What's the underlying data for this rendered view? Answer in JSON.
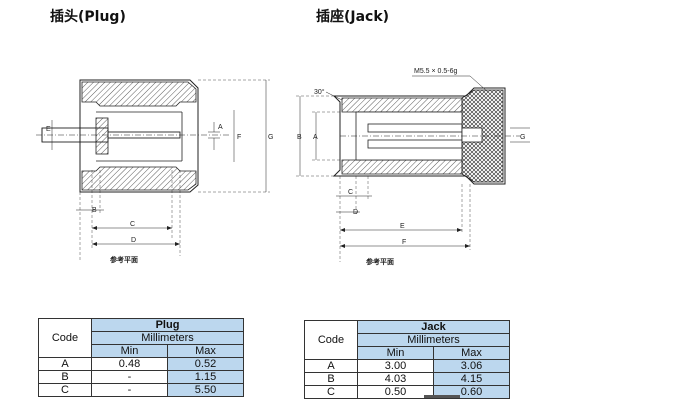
{
  "plug": {
    "title": "插头(Plug)",
    "ref_plane": "参考平面",
    "dims": [
      "E",
      "A",
      "F",
      "G",
      "B",
      "C",
      "D"
    ],
    "table": {
      "name": "Plug",
      "units": "Millimeters",
      "code_header": "Code",
      "min_header": "Min",
      "max_header": "Max",
      "rows": [
        {
          "code": "A",
          "min": "0.48",
          "max": "0.52"
        },
        {
          "code": "B",
          "min": "-",
          "max": "1.15"
        },
        {
          "code": "C",
          "min": "-",
          "max": "5.50"
        }
      ]
    }
  },
  "jack": {
    "title": "插座(Jack)",
    "thread": "M5.5 × 0.5-6g",
    "angle": "30°",
    "ref_plane": "参考平面",
    "dims": [
      "B",
      "A",
      "G",
      "C",
      "D",
      "E",
      "F"
    ],
    "table": {
      "name": "Jack",
      "units": "Millimeters",
      "code_header": "Code",
      "min_header": "Min",
      "max_header": "Max",
      "rows": [
        {
          "code": "A",
          "min": "3.00",
          "max": "3.06"
        },
        {
          "code": "B",
          "min": "4.03",
          "max": "4.15"
        },
        {
          "code": "C",
          "min": "0.50",
          "max": "0.60"
        }
      ]
    }
  }
}
